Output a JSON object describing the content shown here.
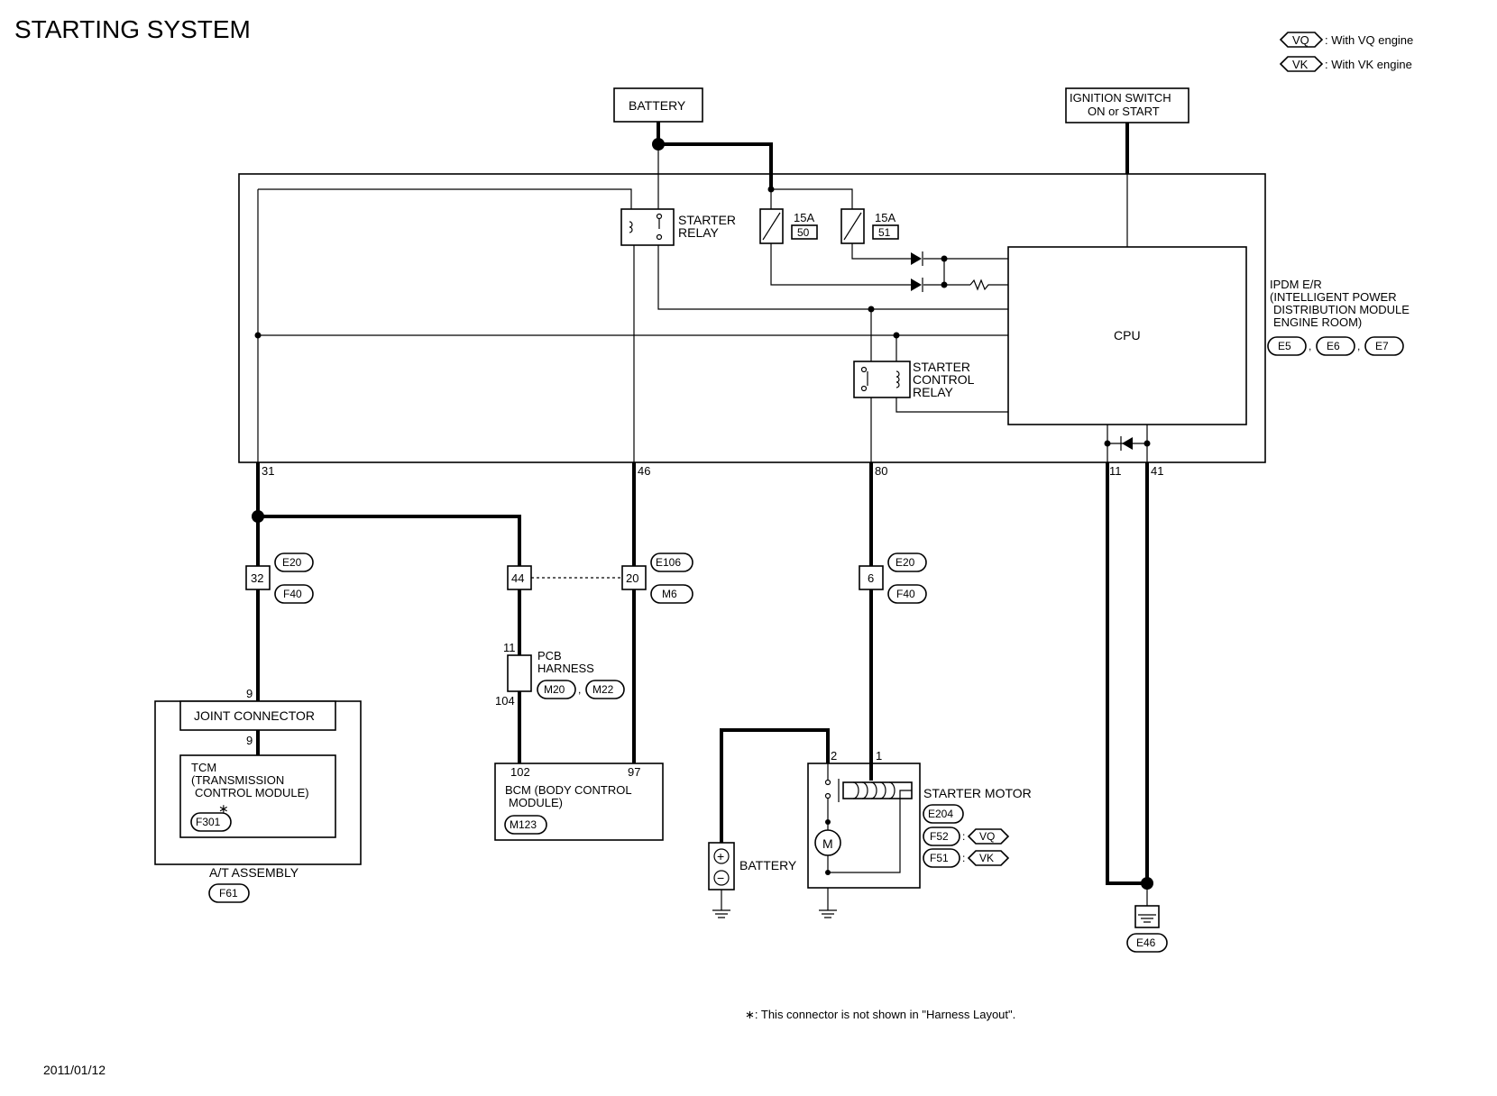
{
  "title": "STARTING SYSTEM",
  "date": "2011/01/12",
  "footnote": "∗: This connector is not shown in \"Harness Layout\".",
  "legend": {
    "vq_tag": "VQ",
    "vq_text": ": With VQ engine",
    "vk_tag": "VK",
    "vk_text": ": With VK engine"
  },
  "battery_top": "BATTERY",
  "ignition": {
    "line1": "IGNITION SWITCH",
    "line2": "ON or START"
  },
  "ipdm": {
    "line1": "IPDM E/R",
    "line2": "(INTELLIGENT POWER",
    "line3": "DISTRIBUTION MODULE",
    "line4": "ENGINE ROOM)",
    "connectors": [
      "E5",
      "E6",
      "E7"
    ],
    "cpu": "CPU",
    "starter_relay": [
      "STARTER",
      "RELAY"
    ],
    "starter_control_relay": [
      "STARTER",
      "CONTROL",
      "RELAY"
    ],
    "fuse1": {
      "rating": "15A",
      "num": "50"
    },
    "fuse2": {
      "rating": "15A",
      "num": "51"
    },
    "terminals": [
      "31",
      "46",
      "80",
      "11",
      "41"
    ]
  },
  "connectors": {
    "c1": {
      "pin": "32",
      "top": "E20",
      "bottom": "F40"
    },
    "c2": {
      "pin": "44"
    },
    "c3": {
      "pin": "20",
      "top": "E106",
      "bottom": "M6"
    },
    "c4": {
      "pin": "6",
      "top": "E20",
      "bottom": "F40"
    }
  },
  "pcb": {
    "pin_top": "11",
    "pin_bottom": "104",
    "line1": "PCB",
    "line2": "HARNESS",
    "connectors": [
      "M20",
      "M22"
    ]
  },
  "at_assembly": {
    "label": "A/T ASSEMBLY",
    "connector": "F61",
    "joint": "JOINT CONNECTOR",
    "pin_top": "9",
    "pin_bottom": "9",
    "tcm1": "TCM",
    "tcm2": "(TRANSMISSION",
    "tcm3": "CONTROL MODULE)",
    "star": "∗",
    "tcm_conn": "F301"
  },
  "bcm": {
    "pin_left": "102",
    "pin_right": "97",
    "line1": "BCM (BODY CONTROL",
    "line2": "MODULE)",
    "connector": "M123"
  },
  "starter_motor": {
    "label": "STARTER MOTOR",
    "pin2": "2",
    "pin1": "1",
    "connector": "E204",
    "f52": "F52",
    "f51": "F51",
    "sep": ":",
    "vq": "VQ",
    "vk": "VK",
    "motor": "M"
  },
  "battery_bottom": {
    "label": "BATTERY",
    "plus": "+",
    "minus": "−"
  },
  "ground": {
    "connector": "E46"
  }
}
